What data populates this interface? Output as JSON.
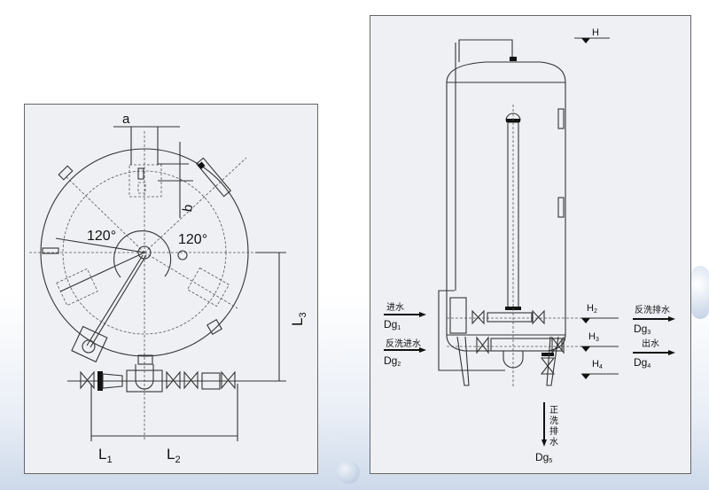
{
  "plan_view": {
    "dim_a": "a",
    "dim_b": "b",
    "angle_left": "120°",
    "angle_right": "120°",
    "L1": "L",
    "L1_sub": "1",
    "L2": "L",
    "L2_sub": "2",
    "L3": "L",
    "L3_sub": "3"
  },
  "elevation_view": {
    "H": "H",
    "H2": "H",
    "H2_sub": "2",
    "H3": "H",
    "H3_sub": "3",
    "H4": "H",
    "H4_sub": "4",
    "inlet": {
      "label": "进水",
      "dg": "Dg",
      "sub": "1"
    },
    "backwash_inlet": {
      "label": "反洗进水",
      "dg": "Dg",
      "sub": "2"
    },
    "backwash_drain": {
      "label": "反洗排水",
      "dg": "Dg",
      "sub": "3"
    },
    "outlet": {
      "label": "出水",
      "dg": "Dg",
      "sub": "4"
    },
    "forward_drain": {
      "label_chars": [
        "正",
        "洗",
        "排",
        "水"
      ],
      "dg": "Dg",
      "sub": "5"
    }
  }
}
